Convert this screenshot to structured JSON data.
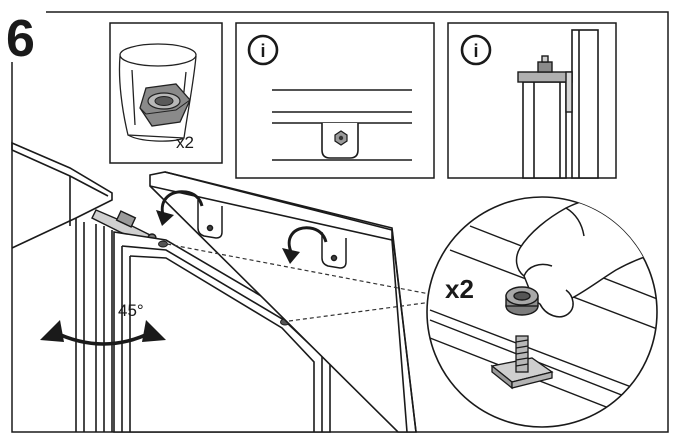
{
  "step": {
    "number": "6"
  },
  "panels": {
    "nut_bag": {
      "quantity": "x2"
    },
    "info_front": {
      "icon": "info-icon",
      "glyph": "i"
    },
    "info_side": {
      "icon": "info-icon",
      "glyph": "i"
    }
  },
  "main": {
    "angle_label": "45°",
    "detail_quantity": "x2"
  },
  "colors": {
    "line": "#1a1a1a",
    "metal": "#9a9a9a",
    "nut": "#7d7d7d"
  }
}
